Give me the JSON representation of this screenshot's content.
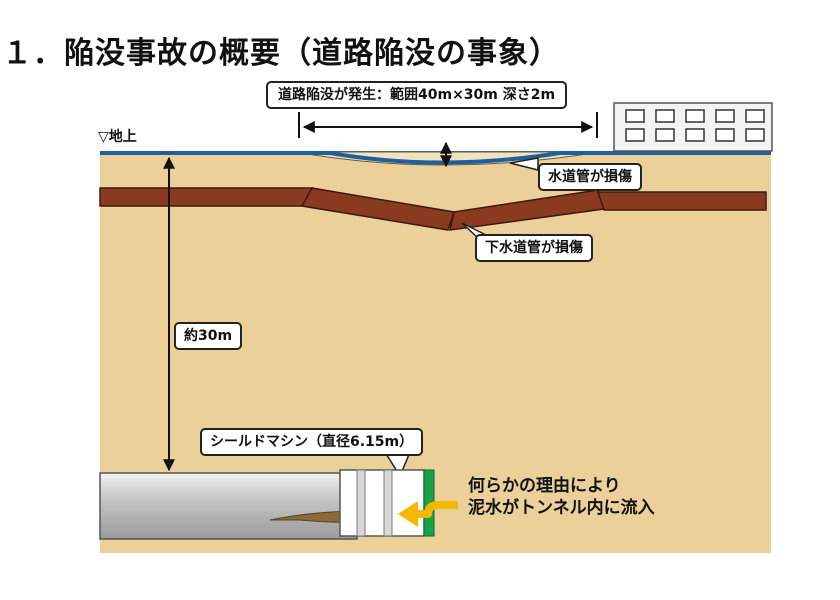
{
  "title": "１．陥没事故の概要（道路陥没の事象）",
  "labels": {
    "ground_level": "▽地上",
    "sinkhole": "道路陥没が発生：範囲40m×30m 深さ2m",
    "water_pipe": "水道管が損傷",
    "sewer_pipe": "下水道管が損傷",
    "depth": "約30m",
    "shield_machine": "シールドマシン（直径6.15m）",
    "inflow_line1": "何らかの理由により",
    "inflow_line2": "泥水がトンネル内に流入"
  },
  "colors": {
    "soil": "#ecd09a",
    "sewer_pipe": "#8b3a22",
    "water_pipe": "#1f5f9e",
    "tunnel": "#c8c8c8",
    "shield_green": "#1aa048",
    "flow_arrow": "#f4b800",
    "mud": "#8a6a3a"
  }
}
